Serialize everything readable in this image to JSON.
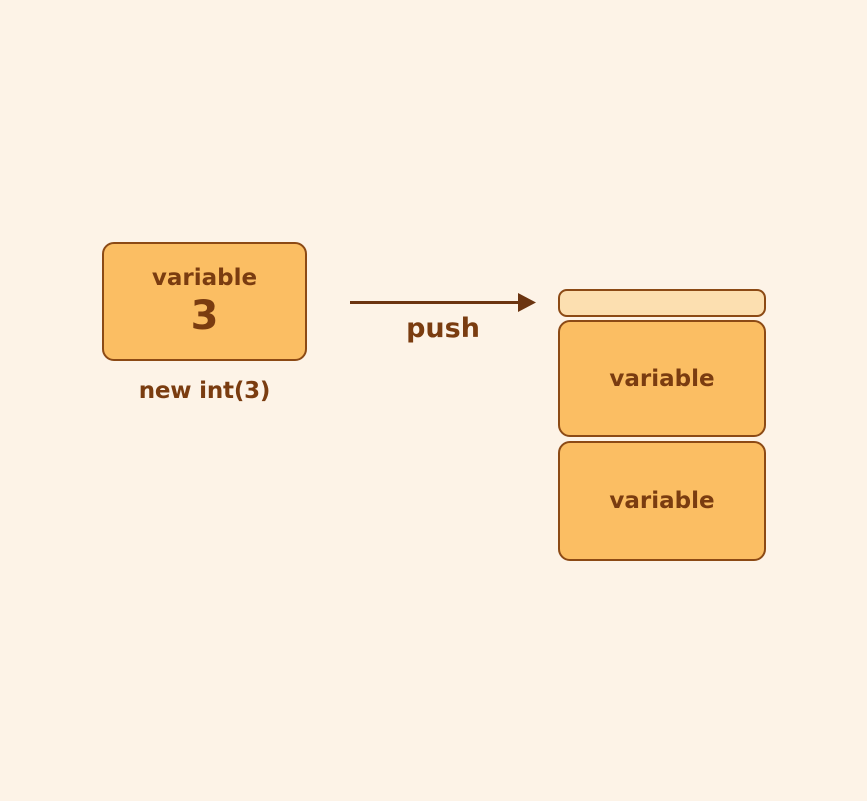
{
  "diagram": {
    "background_color": "#fdf3e7",
    "box_fill_color": "#fbbe63",
    "box_border_color": "#8c4a15",
    "lid_fill_color": "#fcdfb0",
    "text_color": "#7a3c10",
    "object": {
      "title": "variable",
      "value": "3",
      "caption": "new int(3)"
    },
    "arrow": {
      "label": "push",
      "direction": "right"
    },
    "stack": {
      "lid_label": "",
      "frames": [
        {
          "label": "variable"
        },
        {
          "label": "variable"
        }
      ]
    }
  }
}
